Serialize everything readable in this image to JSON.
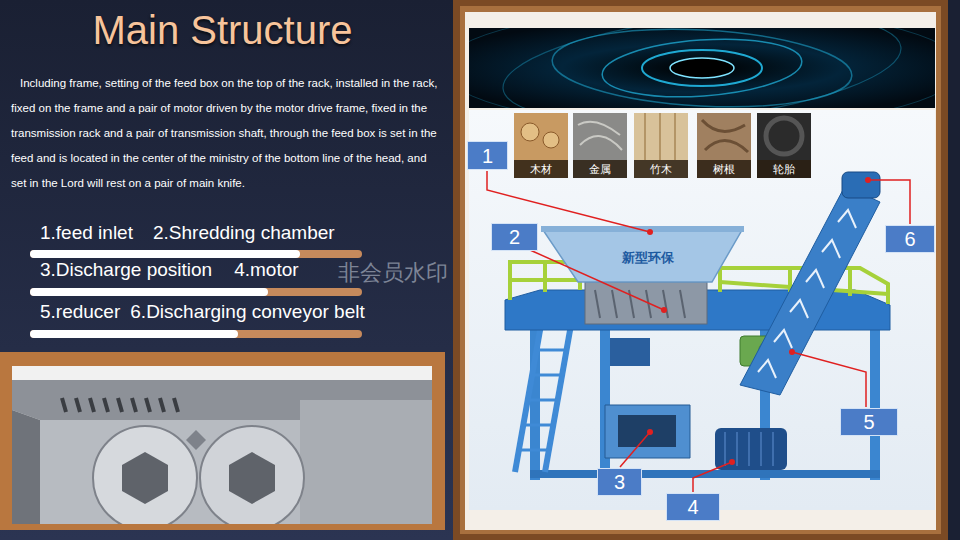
{
  "diagram": {
    "title": "Main Structure",
    "nodes": [
      {
        "text": [
          "1"
        ]
      },
      {
        "text": [
          "2"
        ]
      },
      {
        "text": [
          "3"
        ]
      },
      {
        "text": [
          "4"
        ]
      },
      {
        "text": [
          "5"
        ]
      },
      {
        "text": [
          "6"
        ]
      }
    ],
    "labels": [
      "Including frame, setting of the feed box on the top of the rack, installed in the rack, fixed on the frame and a pair of motor driven by the motor drive frame, fixed in the transmission rack and a pair of transmission shaft, through the feed box is set in the feed and is located in the center of the ministry of the bottom line of the head, and set in the Lord will rest on a pair of main knife.",
      "1.feed inlet",
      "2.Shredding chamber",
      "3.Discharge position",
      "4.motor",
      "5.reducer",
      "6.Discharging conveyor belt",
      "木材",
      "金属",
      "竹木",
      "树根",
      "轮胎",
      "非会员水印",
      "新型环保"
    ]
  }
}
